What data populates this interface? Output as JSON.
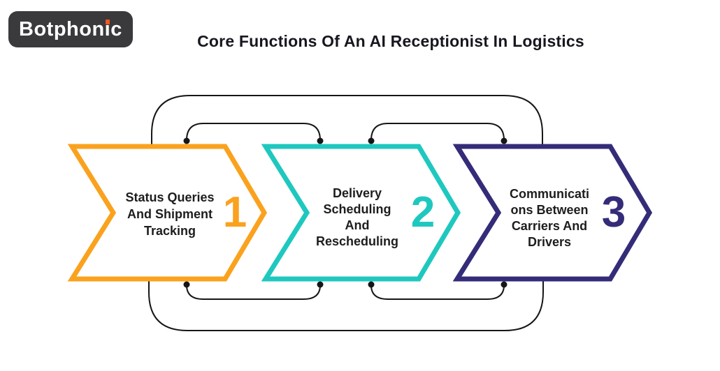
{
  "logo": {
    "full_text": "Botphonic",
    "prefix": "Botphon",
    "i_stem": "ı",
    "suffix": "c"
  },
  "title": "Core Functions Of An AI Receptionist In Logistics",
  "steps": [
    {
      "number": "1",
      "color": "#FAA21E",
      "label": "Status Queries And Shipment Tracking",
      "lines": [
        "Status Queries",
        "And Shipment",
        "Tracking"
      ]
    },
    {
      "number": "2",
      "color": "#1FC8BF",
      "label": "Delivery Scheduling And Rescheduling",
      "lines": [
        "Delivery",
        "Scheduling",
        "And",
        "Rescheduling"
      ]
    },
    {
      "number": "3",
      "color": "#342C79",
      "label": "Communications Between Carriers And Drivers",
      "lines": [
        "Communicati",
        "ons Between",
        "Carriers And",
        "Drivers"
      ]
    }
  ],
  "colors": {
    "background": "#FFFFFF",
    "connector": "#161616",
    "step_text": "#1D1D1F",
    "title_text": "#17171F",
    "logo_background": "#3A3A3C",
    "logo_text": "#FFFFFF",
    "logo_dot": "#F4571C"
  }
}
